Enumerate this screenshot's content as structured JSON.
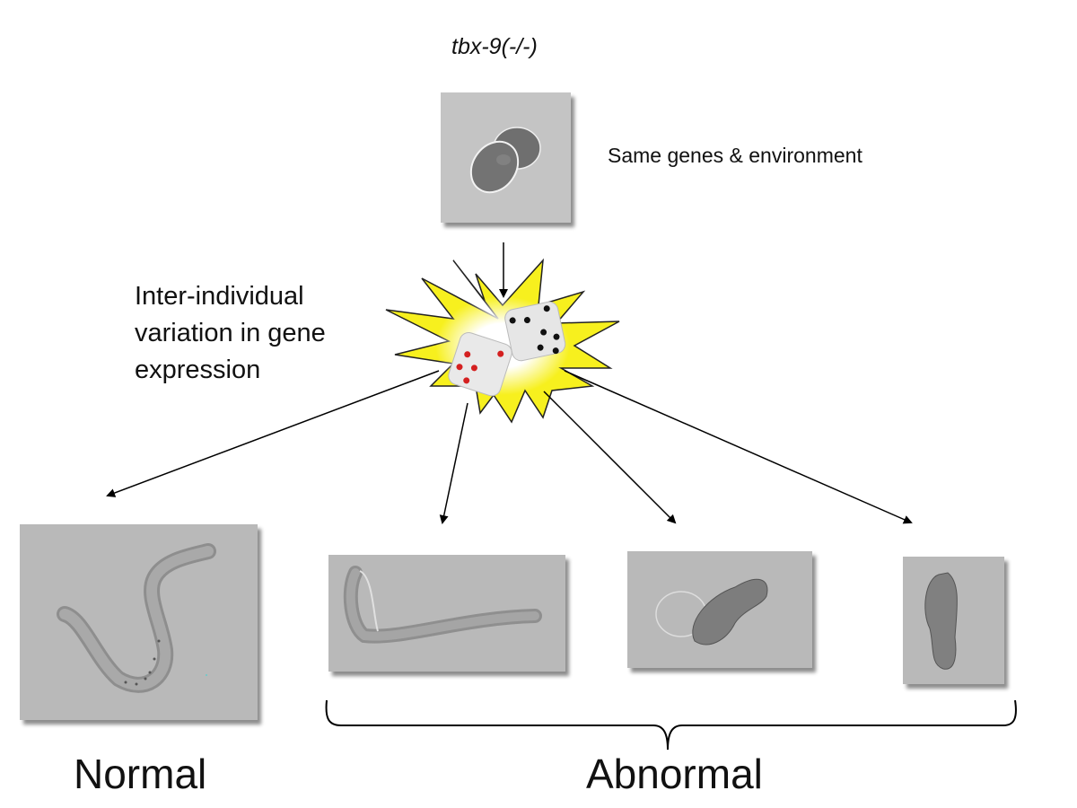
{
  "genotype_label": "tbx-9(-/-)",
  "condition_note": "Same genes  & environment",
  "variation_label": {
    "line1": "Inter-individual",
    "line2": "variation in gene",
    "line3": "expression"
  },
  "outcome_labels": {
    "normal": "Normal",
    "abnormal": "Abnormal"
  },
  "images": {
    "embryo": "two-cell embryo micrograph",
    "normal_worm": "normal larva micrograph",
    "abnormal": [
      "elongated deformed larva",
      "twisted deformed larva",
      "severely deformed larva"
    ]
  },
  "icons": {
    "dice": "dice-icon",
    "burst": "starburst-icon"
  },
  "colors": {
    "burst_yellow": "#f7f01e",
    "die_red_pip": "#d42020",
    "photo_gray": "#b9b9b9"
  }
}
